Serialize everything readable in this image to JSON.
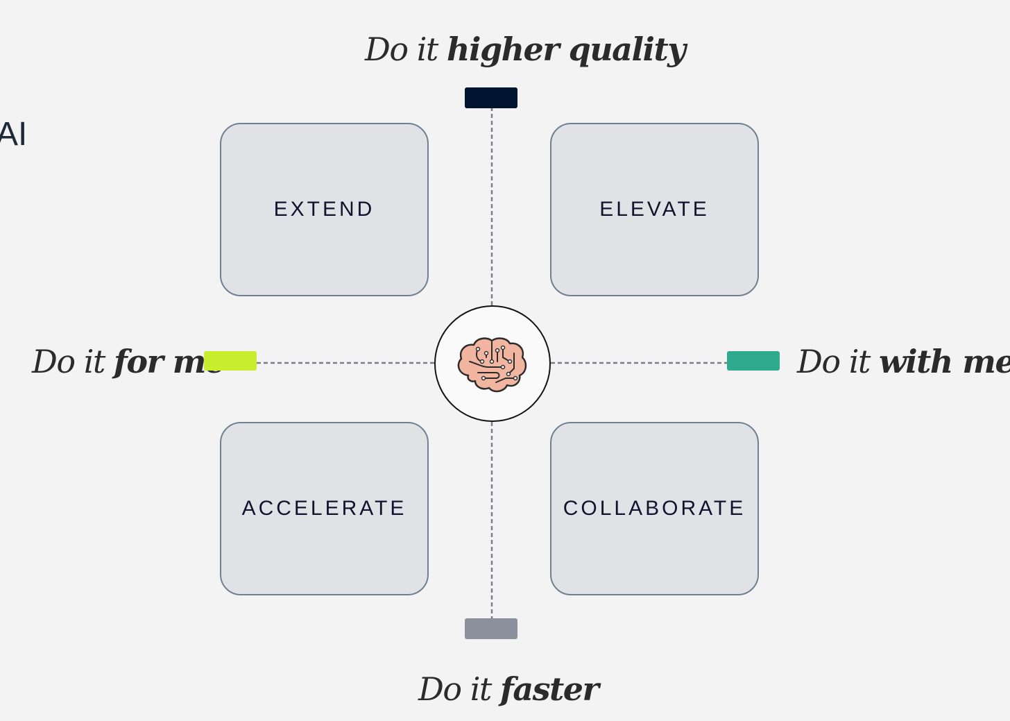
{
  "side_fragment": "AI",
  "axes": {
    "top": {
      "lead": "Do it",
      "strong": "higher quality",
      "marker_color": "#021530"
    },
    "bottom": {
      "lead": "Do it",
      "strong": "faster",
      "marker_color": "#8a909c"
    },
    "left": {
      "lead": "Do it",
      "strong": "for me",
      "marker_color": "#c8ef2e"
    },
    "right": {
      "lead": "Do it",
      "strong": "with me",
      "marker_color": "#2eaa8e"
    }
  },
  "quadrants": {
    "top_left": "EXTEND",
    "top_right": "ELEVATE",
    "bottom_left": "ACCELERATE",
    "bottom_right": "COLLABORATE"
  },
  "center": {
    "icon": "brain-icon",
    "icon_color": "#f2b6a0"
  }
}
